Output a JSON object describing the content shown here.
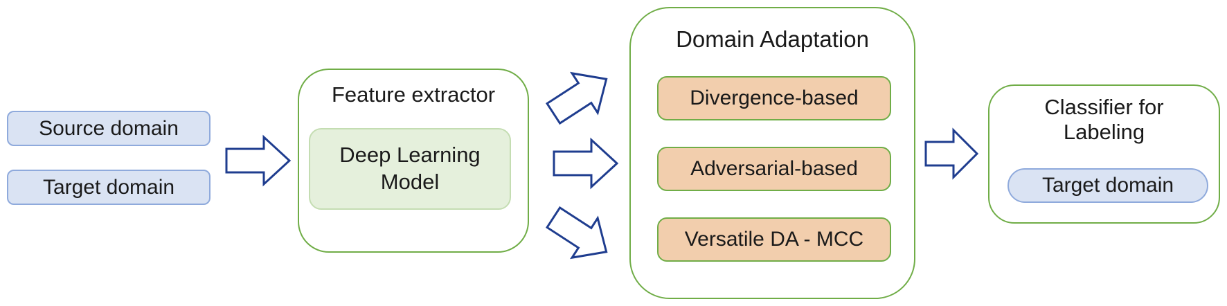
{
  "colors": {
    "panel-border": "#70ad47",
    "method-fill": "#f2cead",
    "input-fill": "#dae3f3",
    "input-border": "#8faadc",
    "model-fill": "#e5f0dc",
    "model-border": "#c4ddb2",
    "arrow-stroke": "#1f3d8f",
    "text": "#1a1a1a"
  },
  "icons": {
    "arrow_right": "block-arrow-right",
    "arrow_up_right": "block-arrow-up-right",
    "arrow_down_right": "block-arrow-down-right"
  },
  "inputs": [
    {
      "label": "Source domain"
    },
    {
      "label": "Target domain"
    }
  ],
  "feature_extractor": {
    "title": "Feature extractor",
    "model_label": "Deep Learning Model"
  },
  "domain_adaptation": {
    "title": "Domain Adaptation",
    "methods": [
      "Divergence-based",
      "Adversarial-based",
      "Versatile DA - MCC"
    ]
  },
  "classifier": {
    "title": "Classifier for Labeling",
    "output_label": "Target domain"
  }
}
